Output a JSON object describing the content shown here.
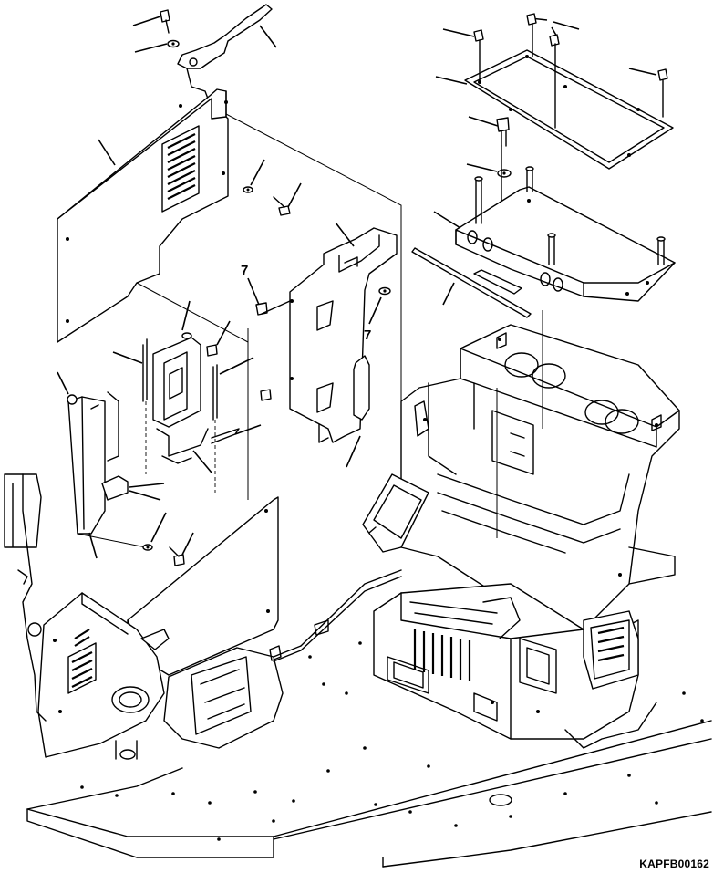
{
  "callouts": [
    {
      "id": "c1",
      "text": "7"
    },
    {
      "id": "c2",
      "text": "7"
    }
  ],
  "drawing_code": "KAPFB00162"
}
